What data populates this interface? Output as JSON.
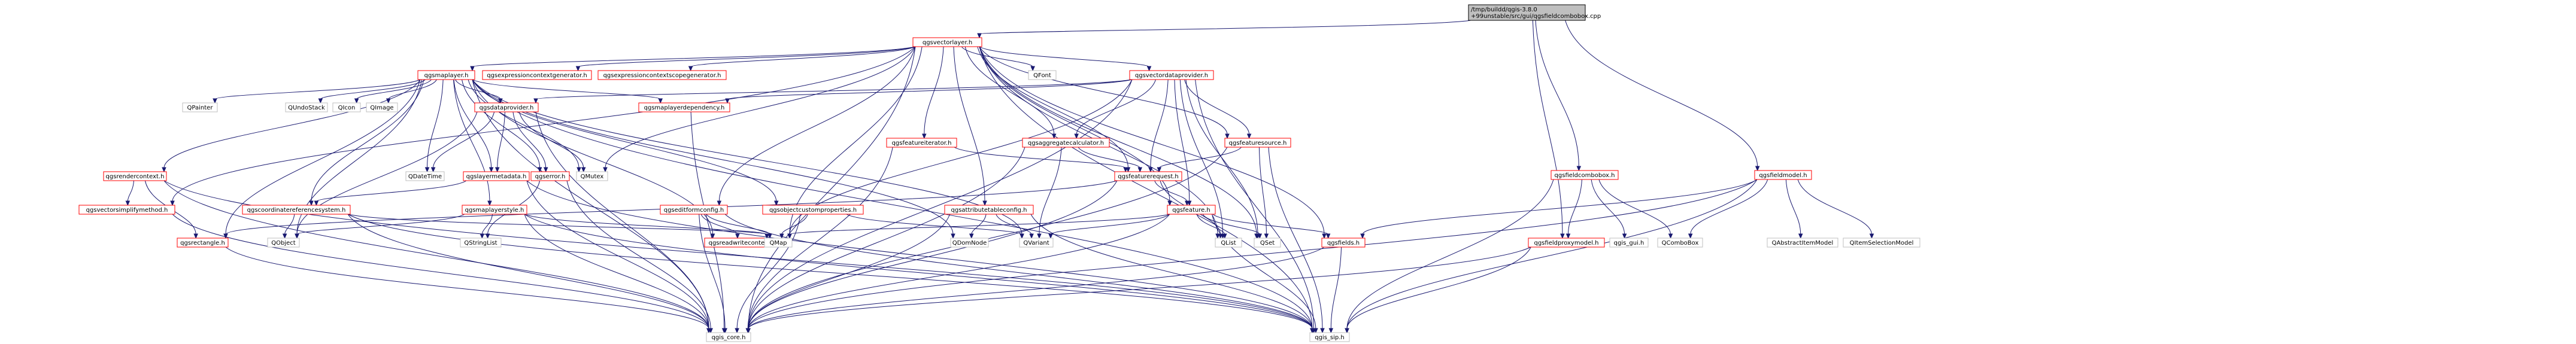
{
  "colors": {
    "edge": "#191970",
    "root_fill": "#bfbfbf",
    "root_stroke": "#000000",
    "linked_stroke": "#ff0000",
    "external_stroke": "#bfbfbf",
    "node_fill": "#ffffff",
    "text": "#000000"
  },
  "nodes": [
    {
      "id": "root",
      "lines": [
        "/tmp/buildd/qgis-3.8.0",
        "+99unstable/src/gui/qgsfieldcombobox.cpp"
      ],
      "kind": "root"
    },
    {
      "id": "qgsvectorlayer",
      "lines": [
        "qgsvectorlayer.h"
      ],
      "kind": "linked"
    },
    {
      "id": "qgsmaplayer",
      "lines": [
        "qgsmaplayer.h"
      ],
      "kind": "linked"
    },
    {
      "id": "qgsexpressioncontextgenerator",
      "lines": [
        "qgsexpressioncontextgenerator.h"
      ],
      "kind": "linked"
    },
    {
      "id": "qgsexpressioncontextscopegenerator",
      "lines": [
        "qgsexpressioncontextscopegenerator.h"
      ],
      "kind": "linked"
    },
    {
      "id": "qfont",
      "lines": [
        "QFont"
      ],
      "kind": "external"
    },
    {
      "id": "qgsvectordataprovider",
      "lines": [
        "qgsvectordataprovider.h"
      ],
      "kind": "linked"
    },
    {
      "id": "qgsfieldcombobox",
      "lines": [
        "qgsfieldcombobox.h"
      ],
      "kind": "linked"
    },
    {
      "id": "qgsfieldmodel",
      "lines": [
        "qgsfieldmodel.h"
      ],
      "kind": "linked"
    },
    {
      "id": "qpainter",
      "lines": [
        "QPainter"
      ],
      "kind": "external"
    },
    {
      "id": "qundostack",
      "lines": [
        "QUndoStack"
      ],
      "kind": "external"
    },
    {
      "id": "qicon",
      "lines": [
        "QIcon"
      ],
      "kind": "external"
    },
    {
      "id": "qimage",
      "lines": [
        "QImage"
      ],
      "kind": "external"
    },
    {
      "id": "qgsdataprovider",
      "lines": [
        "qgsdataprovider.h"
      ],
      "kind": "linked"
    },
    {
      "id": "qgsmaplayerdependency",
      "lines": [
        "qgsmaplayerdependency.h"
      ],
      "kind": "linked"
    },
    {
      "id": "qgsfeatureiterator",
      "lines": [
        "qgsfeatureiterator.h"
      ],
      "kind": "linked"
    },
    {
      "id": "qgsaggregatecalculator",
      "lines": [
        "qgsaggregatecalculator.h"
      ],
      "kind": "linked"
    },
    {
      "id": "qgsfeaturesource",
      "lines": [
        "qgsfeaturesource.h"
      ],
      "kind": "linked"
    },
    {
      "id": "qgsrendercontext",
      "lines": [
        "qgsrendercontext.h"
      ],
      "kind": "linked"
    },
    {
      "id": "qgslayermetadata",
      "lines": [
        "qgslayermetadata.h"
      ],
      "kind": "linked"
    },
    {
      "id": "qgserror",
      "lines": [
        "qgserror.h"
      ],
      "kind": "linked"
    },
    {
      "id": "qmutex",
      "lines": [
        "QMutex"
      ],
      "kind": "external"
    },
    {
      "id": "qdatetime",
      "lines": [
        "QDateTime"
      ],
      "kind": "external"
    },
    {
      "id": "qgsfeaturerequest",
      "lines": [
        "qgsfeaturerequest.h"
      ],
      "kind": "linked"
    },
    {
      "id": "qgsvectorsimplifymethod",
      "lines": [
        "qgsvectorsimplifymethod.h"
      ],
      "kind": "linked"
    },
    {
      "id": "qgscoordinatereferencesystem",
      "lines": [
        "qgscoordinatereferencesystem.h"
      ],
      "kind": "linked"
    },
    {
      "id": "qgsmaplayerstyle",
      "lines": [
        "qgsmaplayerstyle.h"
      ],
      "kind": "linked"
    },
    {
      "id": "qgseditformconfig",
      "lines": [
        "qgseditformconfig.h"
      ],
      "kind": "linked"
    },
    {
      "id": "qgsobjectcustomproperties",
      "lines": [
        "qgsobjectcustomproperties.h"
      ],
      "kind": "linked"
    },
    {
      "id": "qgsattributetableconfig",
      "lines": [
        "qgsattributetableconfig.h"
      ],
      "kind": "linked"
    },
    {
      "id": "qgsfeature",
      "lines": [
        "qgsfeature.h"
      ],
      "kind": "linked"
    },
    {
      "id": "qgsrectangle",
      "lines": [
        "qgsrectangle.h"
      ],
      "kind": "linked"
    },
    {
      "id": "qobject",
      "lines": [
        "QObject"
      ],
      "kind": "external"
    },
    {
      "id": "qstringlist",
      "lines": [
        "QStringList"
      ],
      "kind": "external"
    },
    {
      "id": "qgsreadwritecontext",
      "lines": [
        "qgsreadwritecontext.h"
      ],
      "kind": "linked"
    },
    {
      "id": "qmap",
      "lines": [
        "QMap"
      ],
      "kind": "external"
    },
    {
      "id": "qdomnode",
      "lines": [
        "QDomNode"
      ],
      "kind": "external"
    },
    {
      "id": "qvariant",
      "lines": [
        "QVariant"
      ],
      "kind": "external"
    },
    {
      "id": "qlist",
      "lines": [
        "QList"
      ],
      "kind": "external"
    },
    {
      "id": "qset",
      "lines": [
        "QSet"
      ],
      "kind": "external"
    },
    {
      "id": "qgsfields",
      "lines": [
        "qgsfields.h"
      ],
      "kind": "linked"
    },
    {
      "id": "qgsfieldproxymodel",
      "lines": [
        "qgsfieldproxymodel.h"
      ],
      "kind": "linked"
    },
    {
      "id": "qgs_gui",
      "lines": [
        "qgis_gui.h"
      ],
      "kind": "external"
    },
    {
      "id": "qcombobox",
      "lines": [
        "QComboBox"
      ],
      "kind": "external"
    },
    {
      "id": "qabstractitemmodel",
      "lines": [
        "QAbstractItemModel"
      ],
      "kind": "external"
    },
    {
      "id": "qitemselectionmodel",
      "lines": [
        "QItemSelectionModel"
      ],
      "kind": "external"
    },
    {
      "id": "qgis_core",
      "lines": [
        "qgis_core.h"
      ],
      "kind": "external"
    },
    {
      "id": "qgis_sip",
      "lines": [
        "qgis_sip.h"
      ],
      "kind": "external"
    }
  ]
}
